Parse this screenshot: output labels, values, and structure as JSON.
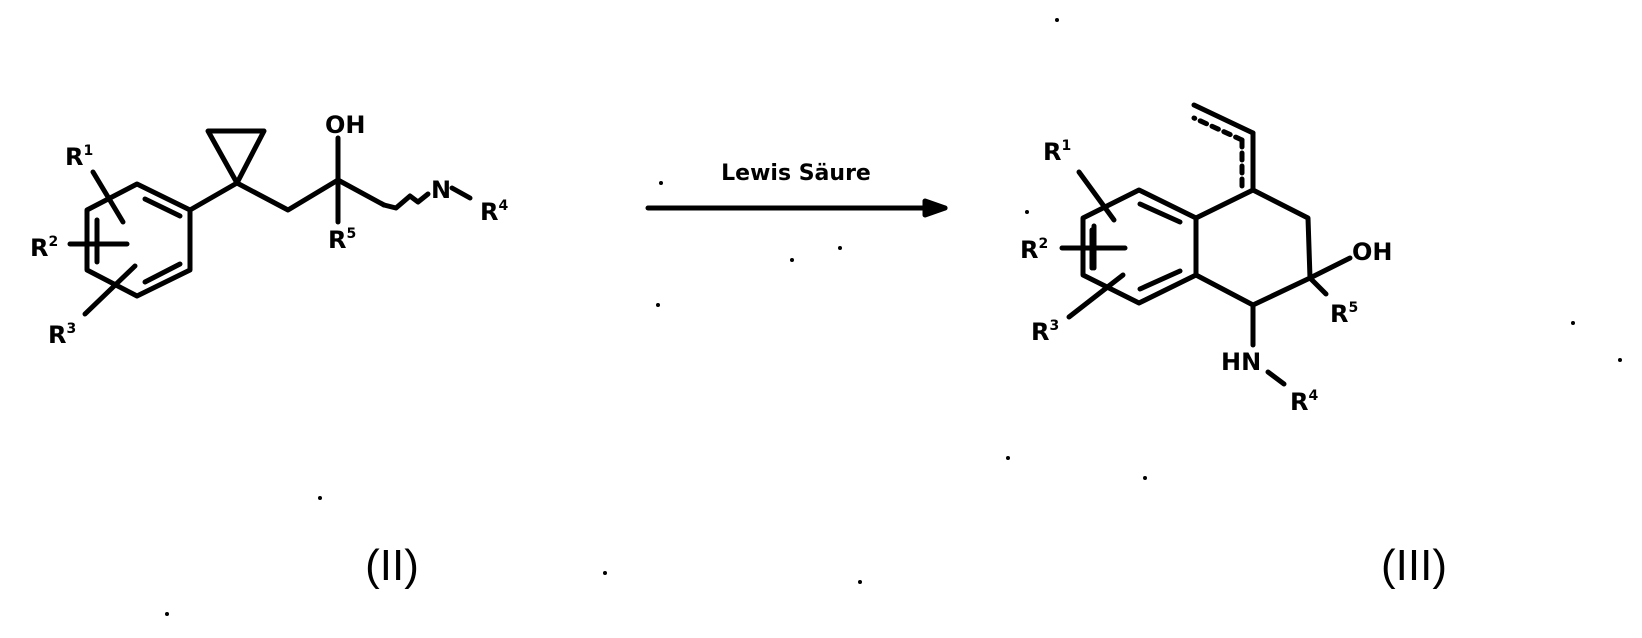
{
  "reaction": {
    "reagent_label": "Lewis Säure",
    "arrow": "right-arrow"
  },
  "reactant": {
    "compound_label": "(II)",
    "substituents": {
      "r1": "R",
      "r1_sup": "1",
      "r2": "R",
      "r2_sup": "2",
      "r3": "R",
      "r3_sup": "3",
      "r4": "R",
      "r4_sup": "4",
      "r5": "R",
      "r5_sup": "5"
    },
    "oh": "OH",
    "n": "N"
  },
  "product": {
    "compound_label": "(III)",
    "substituents": {
      "r1": "R",
      "r1_sup": "1",
      "r2": "R",
      "r2_sup": "2",
      "r3": "R",
      "r3_sup": "3",
      "r4": "R",
      "r4_sup": "4",
      "r5": "R",
      "r5_sup": "5"
    },
    "oh": "OH",
    "hn": "HN"
  }
}
